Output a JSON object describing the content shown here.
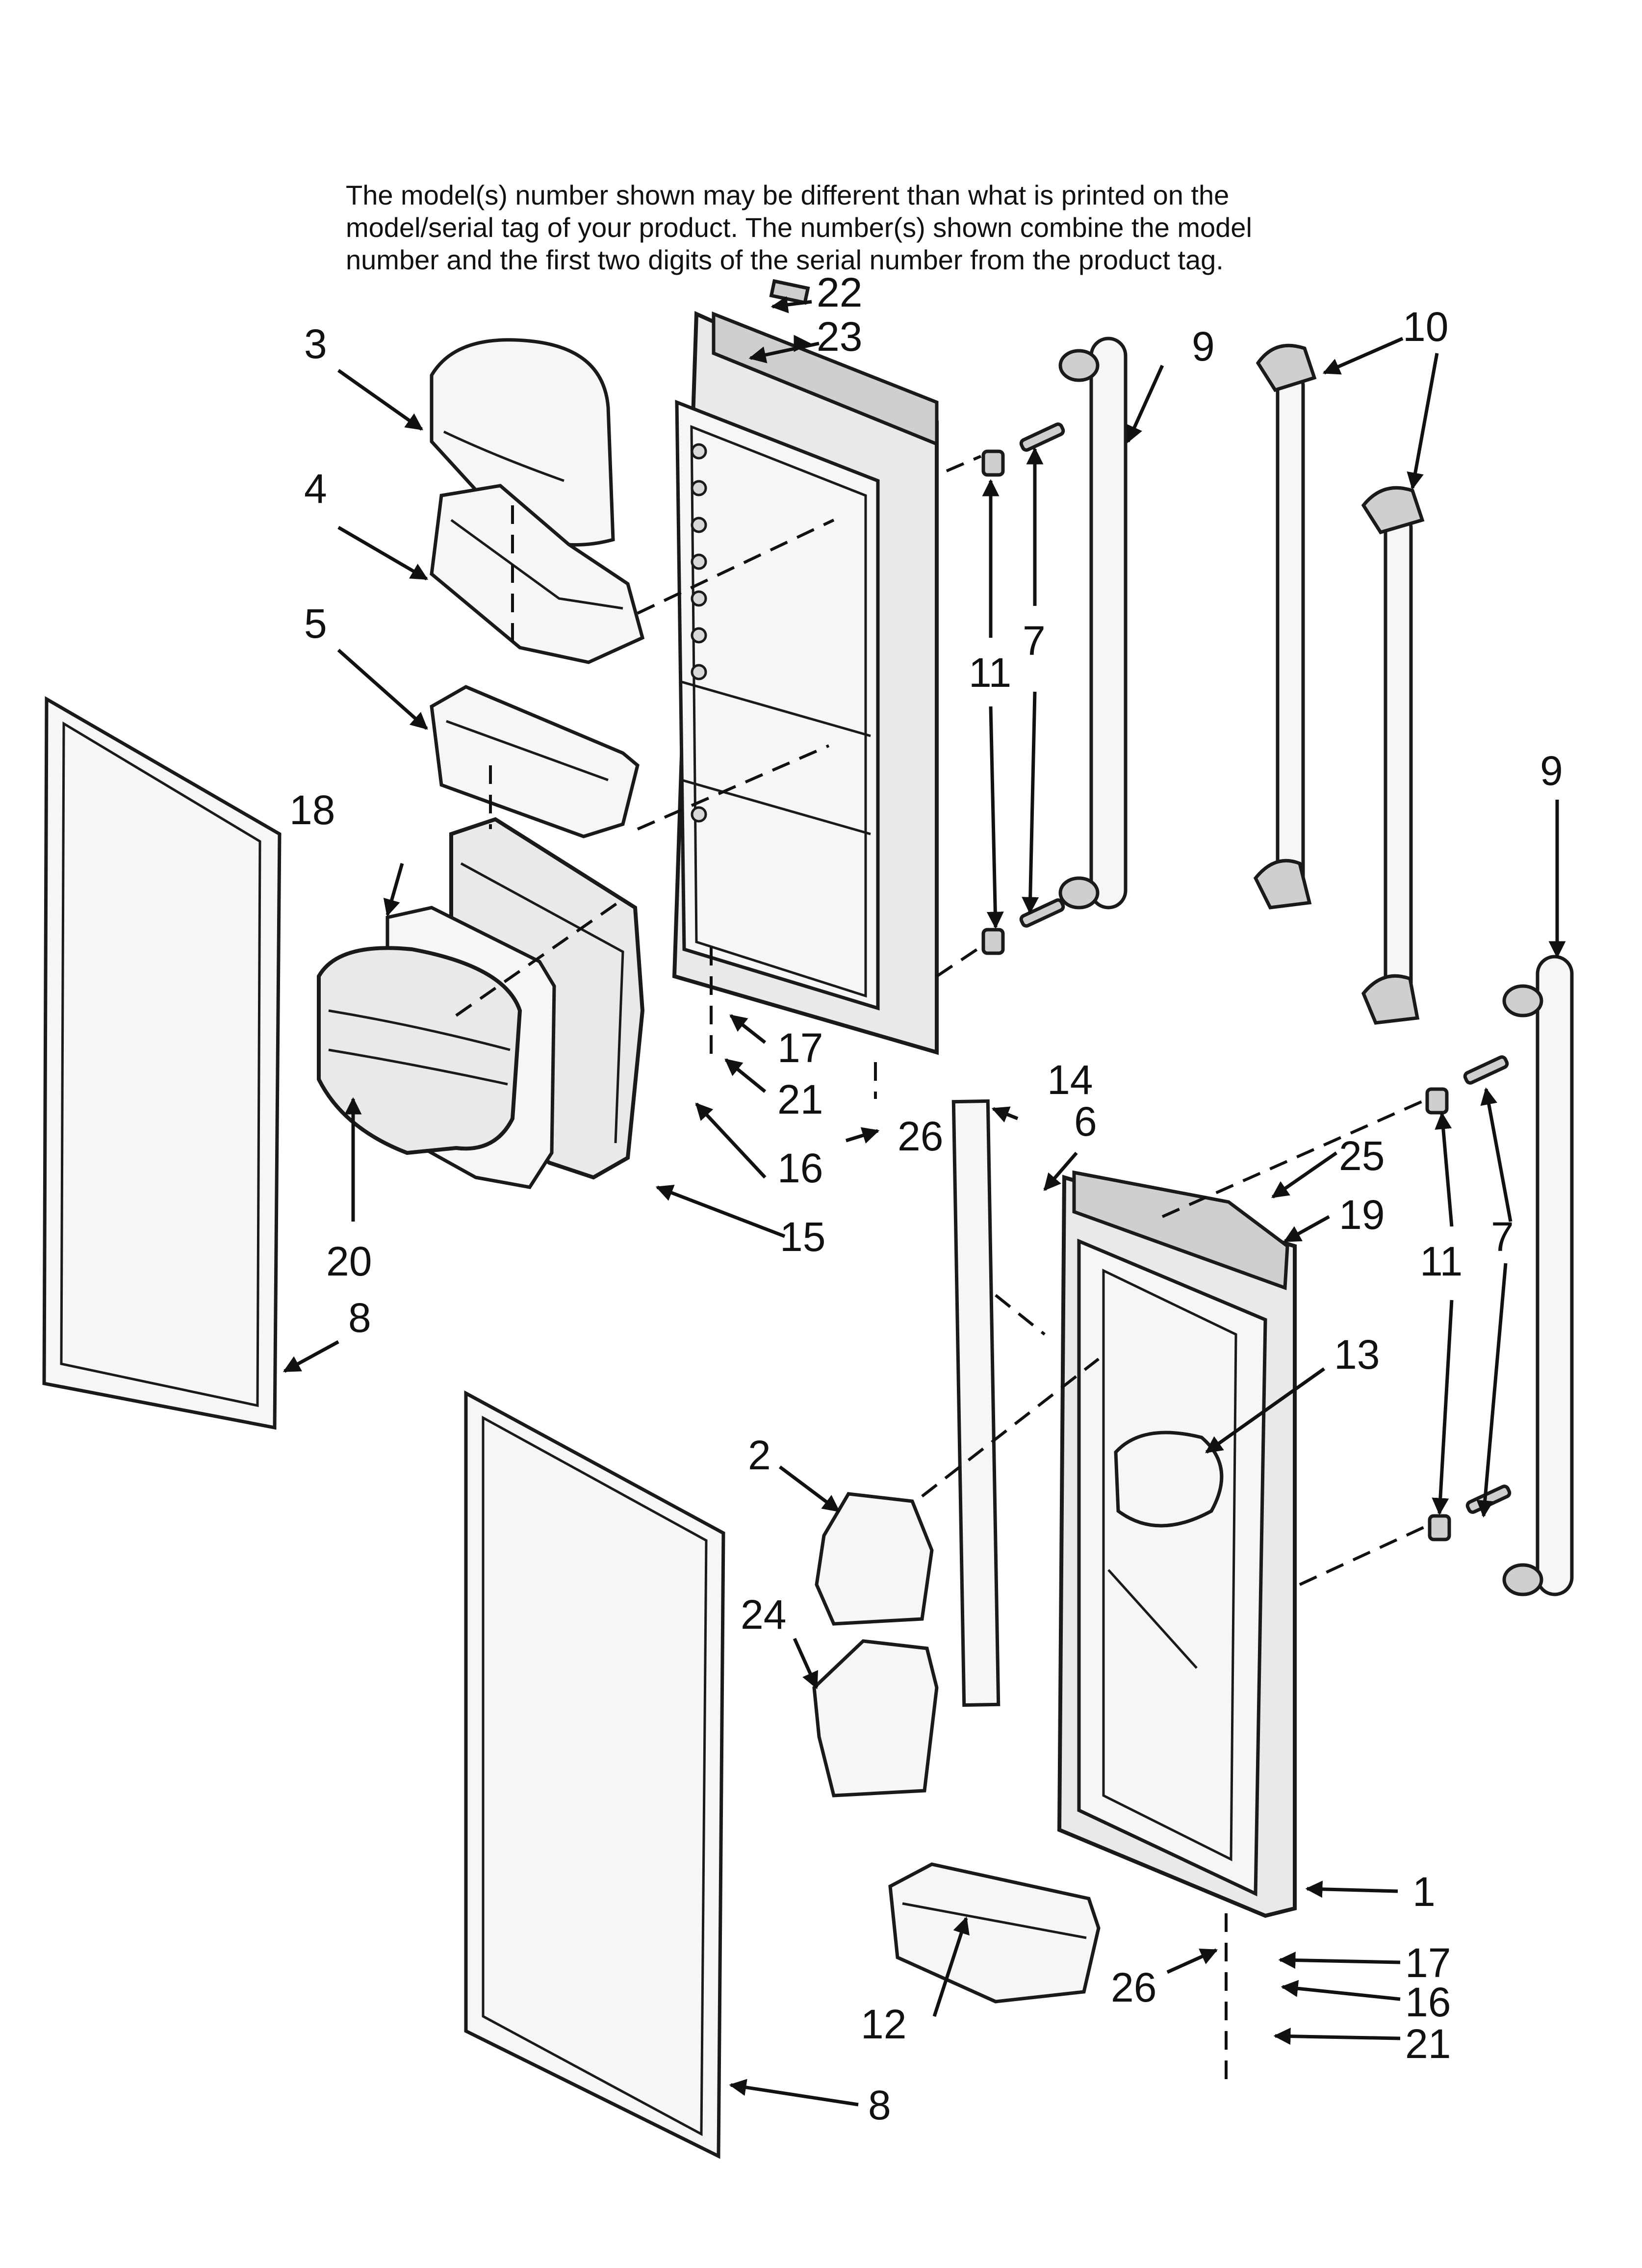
{
  "note": {
    "lines": [
      "The model(s) number shown may be different than what is printed on the",
      "model/serial tag of your product. The number(s) shown combine the model",
      "number and the first two digits of the serial number from the product tag."
    ]
  },
  "callouts": {
    "c1": "1",
    "c2": "2",
    "c3": "3",
    "c4": "4",
    "c5": "5",
    "c6": "6",
    "c7a": "7",
    "c7b": "7",
    "c8a": "8",
    "c8b": "8",
    "c9a": "9",
    "c9b": "9",
    "c10": "10",
    "c11a": "11",
    "c11b": "11",
    "c12": "12",
    "c13": "13",
    "c14": "14",
    "c15": "15",
    "c16a": "16",
    "c16b": "16",
    "c17a": "17",
    "c17b": "17",
    "c18": "18",
    "c19": "19",
    "c20": "20",
    "c21a": "21",
    "c21b": "21",
    "c22": "22",
    "c23": "23",
    "c24": "24",
    "c25": "25",
    "c26a": "26",
    "c26b": "26"
  }
}
